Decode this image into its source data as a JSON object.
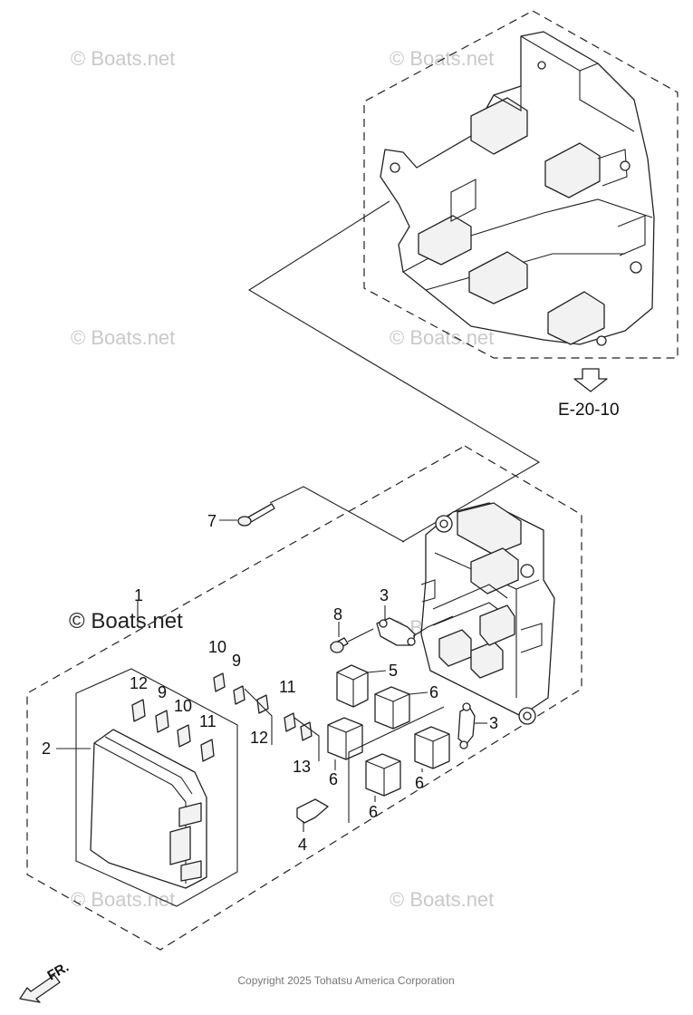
{
  "diagram": {
    "reference_label": "E-20-10",
    "copyright": "Copyright 2025 Tohatsu America Corporation",
    "front_label": "FR.",
    "watermark": "© Boats.net",
    "callouts": [
      {
        "id": "c1",
        "text": "1"
      },
      {
        "id": "c2",
        "text": "2"
      },
      {
        "id": "c3a",
        "text": "3"
      },
      {
        "id": "c3b",
        "text": "3"
      },
      {
        "id": "c4",
        "text": "4"
      },
      {
        "id": "c5",
        "text": "5"
      },
      {
        "id": "c6a",
        "text": "6"
      },
      {
        "id": "c6b",
        "text": "6"
      },
      {
        "id": "c6c",
        "text": "6"
      },
      {
        "id": "c6d",
        "text": "6"
      },
      {
        "id": "c7",
        "text": "7"
      },
      {
        "id": "c8",
        "text": "8"
      },
      {
        "id": "c9a",
        "text": "9"
      },
      {
        "id": "c9b",
        "text": "9"
      },
      {
        "id": "c10a",
        "text": "10"
      },
      {
        "id": "c10b",
        "text": "10"
      },
      {
        "id": "c11a",
        "text": "11"
      },
      {
        "id": "c11b",
        "text": "11"
      },
      {
        "id": "c12a",
        "text": "12"
      },
      {
        "id": "c12b",
        "text": "12"
      },
      {
        "id": "c13",
        "text": "13"
      }
    ]
  }
}
